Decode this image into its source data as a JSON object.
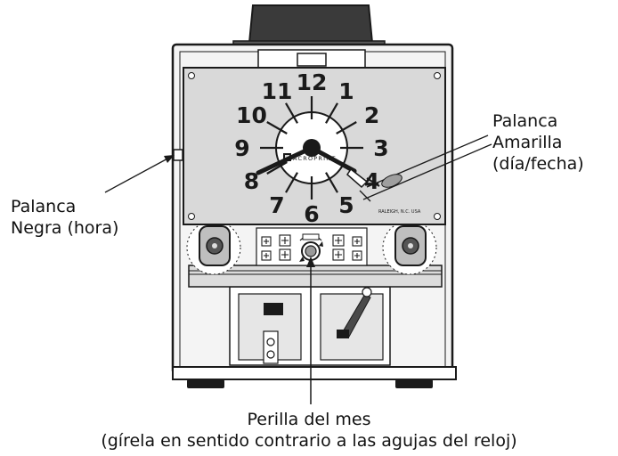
{
  "clock": {
    "numerals": [
      "12",
      "1",
      "2",
      "3",
      "4",
      "5",
      "6",
      "7",
      "8",
      "9",
      "10",
      "11"
    ],
    "brand": "ACROPRINT",
    "origin": "RALEIGH, N.C. USA"
  },
  "callouts": {
    "hora": {
      "line1": "Palanca",
      "line2": "Negra (hora)"
    },
    "fecha": {
      "line1": "Palanca",
      "line2": "Amarilla",
      "line3": "(día/fecha)"
    },
    "mes": {
      "line1": "Perilla del mes",
      "line2": "(gírela en sentido contrario a las agujas del reloj)"
    }
  },
  "colors": {
    "outline": "#1a1a1a",
    "face_panel": "#d9d9d9",
    "housing": "#f4f4f4",
    "top_block": "#3a3a3a",
    "lever": "#bdbdbd"
  }
}
